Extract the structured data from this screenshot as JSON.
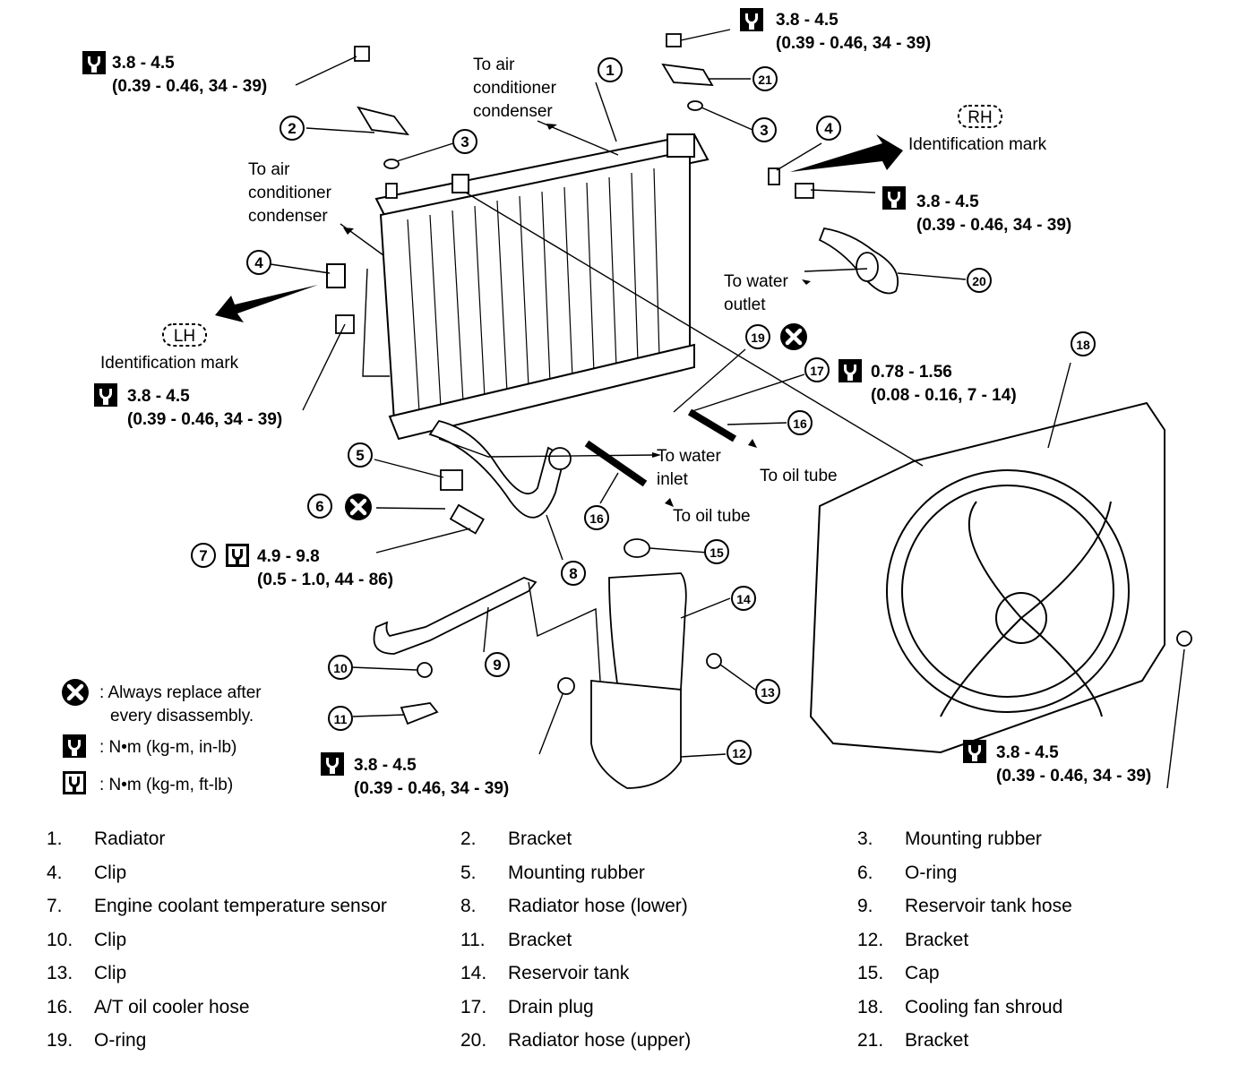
{
  "callouts": {
    "c1": "1",
    "c2": "2",
    "c3": "3",
    "c4": "4",
    "c5": "5",
    "c6": "6",
    "c7": "7",
    "c8": "8",
    "c9": "9",
    "c10": "10",
    "c11": "11",
    "c12": "12",
    "c13": "13",
    "c14": "14",
    "c15": "15",
    "c16": "16",
    "c17": "17",
    "c18": "18",
    "c19": "19",
    "c20": "20",
    "c21": "21"
  },
  "torque_specs": {
    "a": "3.8 - 4.5",
    "a_sub": "(0.39 - 0.46, 34 - 39)",
    "drain": "0.78 - 1.56",
    "drain_sub": "(0.08 - 0.16, 7 - 14)",
    "sensor": "4.9 - 9.8",
    "sensor_sub": "(0.5 - 1.0, 44 - 86)"
  },
  "annotations": {
    "to_ac_1": "To air",
    "to_ac_2": "conditioner",
    "to_ac_3": "condenser",
    "ident_mark": "Identification mark",
    "rh": "RH",
    "lh": "LH",
    "to_water_outlet_1": "To water",
    "to_water_outlet_2": "outlet",
    "to_water_inlet_1": "To water",
    "to_water_inlet_2": "inlet",
    "to_oil_tube": "To oil tube"
  },
  "legend": {
    "replace_1": ": Always replace after",
    "replace_2": "every disassembly.",
    "unit_inlb": ":  N•m  (kg-m,  in-lb)",
    "unit_ftlb": ":  N•m  (kg-m,  ft-lb)"
  },
  "icons": [
    "torque-wrench-icon",
    "torque-wrench-alt-icon",
    "replace-x-icon"
  ],
  "parts": [
    {
      "num": "1.",
      "label": "Radiator"
    },
    {
      "num": "2.",
      "label": "Bracket"
    },
    {
      "num": "3.",
      "label": "Mounting rubber"
    },
    {
      "num": "4.",
      "label": "Clip"
    },
    {
      "num": "5.",
      "label": "Mounting rubber"
    },
    {
      "num": "6.",
      "label": "O-ring"
    },
    {
      "num": "7.",
      "label": "Engine coolant temperature sensor"
    },
    {
      "num": "8.",
      "label": "Radiator hose (lower)"
    },
    {
      "num": "9.",
      "label": "Reservoir tank hose"
    },
    {
      "num": "10.",
      "label": "Clip"
    },
    {
      "num": "11.",
      "label": "Bracket"
    },
    {
      "num": "12.",
      "label": "Bracket"
    },
    {
      "num": "13.",
      "label": "Clip"
    },
    {
      "num": "14.",
      "label": "Reservoir tank"
    },
    {
      "num": "15.",
      "label": "Cap"
    },
    {
      "num": "16.",
      "label": "A/T oil cooler hose"
    },
    {
      "num": "17.",
      "label": "Drain plug"
    },
    {
      "num": "18.",
      "label": "Cooling fan shroud"
    },
    {
      "num": "19.",
      "label": "O-ring"
    },
    {
      "num": "20.",
      "label": "Radiator hose (upper)"
    },
    {
      "num": "21.",
      "label": "Bracket"
    }
  ]
}
